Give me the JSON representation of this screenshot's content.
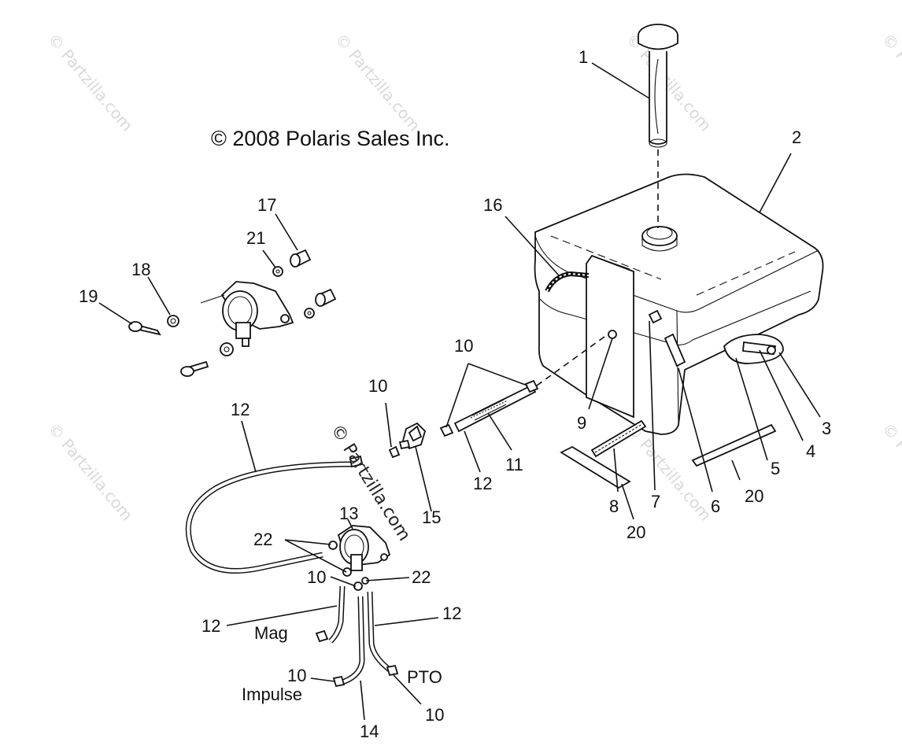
{
  "copyright": "© 2008 Polaris Sales Inc.",
  "watermark": "© Partzilla.com",
  "words": {
    "mag": "Mag",
    "pto": "PTO",
    "impulse": "Impulse"
  },
  "callouts": {
    "c1": "1",
    "c2": "2",
    "c3": "3",
    "c4": "4",
    "c5": "5",
    "c6": "6",
    "c7": "7",
    "c8": "8",
    "c9": "9",
    "c10a": "10",
    "c10b": "10",
    "c10c": "10",
    "c10d": "10",
    "c10e": "10",
    "c11": "11",
    "c12a": "12",
    "c12b": "12",
    "c12c": "12",
    "c12d": "12",
    "c13": "13",
    "c14": "14",
    "c15": "15",
    "c16": "16",
    "c17": "17",
    "c18": "18",
    "c19": "19",
    "c20a": "20",
    "c20b": "20",
    "c21": "21",
    "c22a": "22",
    "c22b": "22"
  }
}
